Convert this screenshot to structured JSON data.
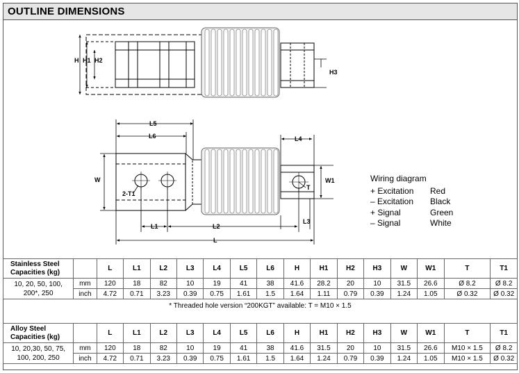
{
  "section_title": "OUTLINE DIMENSIONS",
  "labels": {
    "H": "H",
    "H1": "H1",
    "H2": "H2",
    "H3": "H3",
    "L": "L",
    "L1": "L1",
    "L2": "L2",
    "L3": "L3",
    "L4": "L4",
    "L5": "L5",
    "L6": "L6",
    "W": "W",
    "W1": "W1",
    "T": "T",
    "T1": "2-T1"
  },
  "wiring": {
    "title": "Wiring diagram",
    "rows": [
      {
        "signal": "+ Excitation",
        "color": "Red"
      },
      {
        "signal": "– Excitation",
        "color": "Black"
      },
      {
        "signal": "+ Signal",
        "color": "Green"
      },
      {
        "signal": "– Signal",
        "color": "White"
      }
    ]
  },
  "columns": [
    "L",
    "L1",
    "L2",
    "L3",
    "L4",
    "L5",
    "L6",
    "H",
    "H1",
    "H2",
    "H3",
    "W",
    "W1",
    "T",
    "T1"
  ],
  "stainless": {
    "heading_line1": "Stainless Steel",
    "heading_line2": "Capacities (kg)",
    "cap_line1": "10, 20, 50, 100,",
    "cap_line2": "200*, 250",
    "mm_unit": "mm",
    "inch_unit": "inch",
    "mm": [
      "120",
      "18",
      "82",
      "10",
      "19",
      "41",
      "38",
      "41.6",
      "28.2",
      "20",
      "10",
      "31.5",
      "26.6",
      "Ø 8.2",
      "Ø 8.2"
    ],
    "inch": [
      "4.72",
      "0.71",
      "3.23",
      "0.39",
      "0.75",
      "1.61",
      "1.5",
      "1.64",
      "1.11",
      "0.79",
      "0.39",
      "1.24",
      "1.05",
      "Ø 0.32",
      "Ø 0.32"
    ]
  },
  "note": "* Threaded hole version “200KGT” available: T = M10 × 1.5",
  "alloy": {
    "heading_line1": "Alloy Steel",
    "heading_line2": "Capacities (kg)",
    "cap_line1": "10, 20,30, 50, 75,",
    "cap_line2": "100, 200, 250",
    "mm_unit": "mm",
    "inch_unit": "inch",
    "mm": [
      "120",
      "18",
      "82",
      "10",
      "19",
      "41",
      "38",
      "41.6",
      "31.5",
      "20",
      "10",
      "31.5",
      "26.6",
      "M10 × 1.5",
      "Ø 8.2"
    ],
    "inch": [
      "4.72",
      "0.71",
      "3.23",
      "0.39",
      "0.75",
      "1.61",
      "1.5",
      "1.64",
      "1.24",
      "0.79",
      "0.39",
      "1.24",
      "1.05",
      "M10 × 1.5",
      "Ø 0.32"
    ]
  }
}
